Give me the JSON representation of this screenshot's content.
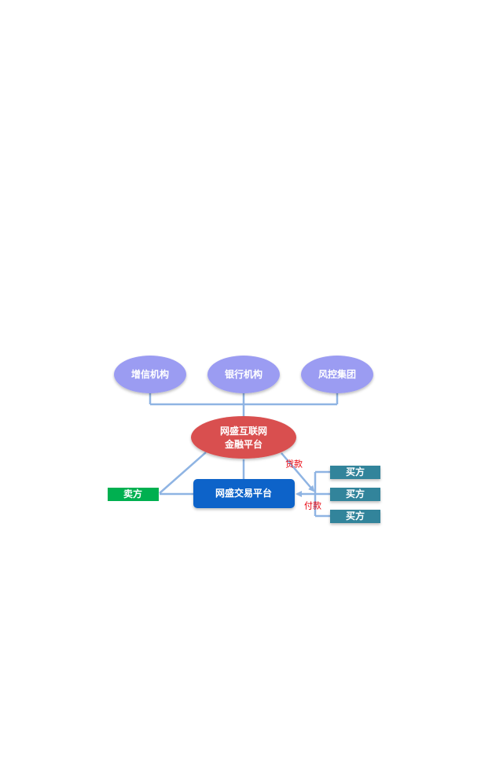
{
  "colors": {
    "ellipse_blue": "#9b9cf2",
    "ellipse_red": "#d94f4f",
    "platform_blue": "#0a63c9",
    "seller_green": "#00b050",
    "buyer_teal": "#31849b",
    "connector": "#8fb4e3",
    "label_red": "#e8000b"
  },
  "institutions": [
    {
      "label": "增信机构"
    },
    {
      "label": "银行机构"
    },
    {
      "label": "风控集团"
    }
  ],
  "finance_platform": {
    "line1": "网盛互联网",
    "line2": "金融平台"
  },
  "trade_platform": {
    "label": "网盛交易平台"
  },
  "seller": {
    "label": "卖方"
  },
  "buyers": [
    {
      "label": "买方"
    },
    {
      "label": "买方"
    },
    {
      "label": "买方"
    }
  ],
  "edge_labels": {
    "loan": "贷款",
    "payment": "付款"
  }
}
